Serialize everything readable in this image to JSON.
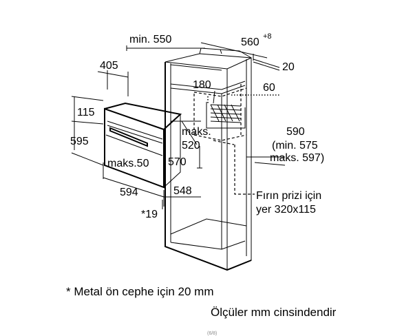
{
  "dimensions": {
    "min_550": "min. 550",
    "d560": "560",
    "d560_sup": "+8",
    "d20": "20",
    "d405": "405",
    "d180": "180",
    "d60": "60",
    "d115": "115",
    "d595": "595",
    "maks_label": "maks.",
    "d520": "520",
    "maks50": "maks.50",
    "d570": "570",
    "d590": "590",
    "min575": "(min. 575",
    "maks597": "maks. 597)",
    "d594": "594",
    "d548": "548",
    "star19": "*19"
  },
  "socket_note": {
    "line1": "Fırın prizi için",
    "line2": "yer 320x115"
  },
  "footnote": "* Metal ön cephe için 20 mm",
  "units_note": "Ölçüler mm cinsindendir",
  "page_marker": "(6/8)"
}
